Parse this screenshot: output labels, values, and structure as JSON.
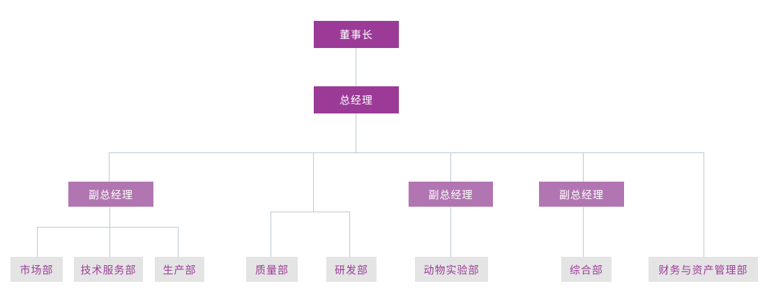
{
  "org_chart": {
    "type": "organization-chart",
    "colors": {
      "top_level_bg": "#9b3b97",
      "deputy_bg": "#b176b1",
      "department_bg": "#e4e4e4",
      "department_text": "#9b3d98",
      "top_level_text": "#ffffff",
      "connector_line": "#b9c7d0",
      "page_bg": "#ffffff"
    },
    "nodes": {
      "chairman": {
        "label": "董事长",
        "level": 1
      },
      "general_manager": {
        "label": "总经理",
        "level": 2
      },
      "deputy_1": {
        "label": "副总经理",
        "level": 3
      },
      "deputy_2": {
        "label": "副总经理",
        "level": 3
      },
      "deputy_3": {
        "label": "副总经理",
        "level": 3
      },
      "dept_marketing": {
        "label": "市场部",
        "level": 4
      },
      "dept_tech_service": {
        "label": "技术服务部",
        "level": 4
      },
      "dept_production": {
        "label": "生产部",
        "level": 4
      },
      "dept_quality": {
        "label": "质量部",
        "level": 4
      },
      "dept_rnd": {
        "label": "研发部",
        "level": 4
      },
      "dept_animal_lab": {
        "label": "动物实验部",
        "level": 4
      },
      "dept_general_affairs": {
        "label": "综合部",
        "level": 4
      },
      "dept_finance_assets": {
        "label": "财务与资产管理部",
        "level": 4
      }
    },
    "hierarchy": [
      {
        "parent": "chairman",
        "children": [
          "general_manager"
        ]
      },
      {
        "parent": "general_manager",
        "children": [
          "deputy_1",
          "quality_rnd_group",
          "deputy_2",
          "deputy_3",
          "dept_finance_assets"
        ]
      },
      {
        "parent": "deputy_1",
        "children": [
          "dept_marketing",
          "dept_tech_service",
          "dept_production"
        ]
      },
      {
        "parent": "quality_rnd_group",
        "children": [
          "dept_quality",
          "dept_rnd"
        ]
      },
      {
        "parent": "deputy_2",
        "children": [
          "dept_animal_lab"
        ]
      },
      {
        "parent": "deputy_3",
        "children": [
          "dept_general_affairs"
        ]
      }
    ]
  }
}
